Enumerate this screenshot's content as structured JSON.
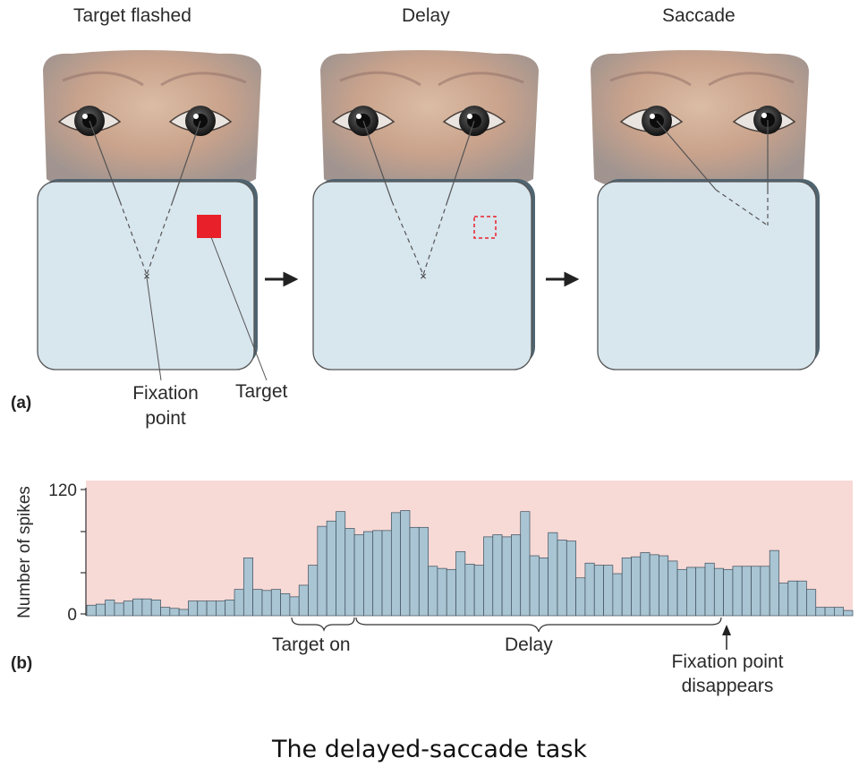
{
  "panels": [
    {
      "title": "Target flashed"
    },
    {
      "title": "Delay"
    },
    {
      "title": "Saccade"
    }
  ],
  "labels": {
    "fixation_line1": "Fixation",
    "fixation_line2": "point",
    "target": "Target",
    "panel_a": "(a)",
    "panel_b": "(b)",
    "target_on": "Target on",
    "delay": "Delay",
    "fixation_disappears_line1": "Fixation point",
    "fixation_disappears_line2": "disappears"
  },
  "caption": "The delayed-saccade task",
  "colors": {
    "screen": "#d8e6ee",
    "target": "#e8202a",
    "chart_background": "#f7d9d6",
    "bar_fill": "#a9c4d3"
  },
  "chart_data": {
    "type": "bar",
    "ylabel": "Number of spikes",
    "ylim": [
      0,
      120
    ],
    "yticks": [
      0,
      120
    ],
    "values": [
      10,
      11,
      15,
      12,
      14,
      16,
      16,
      15,
      8,
      7,
      6,
      14,
      14,
      14,
      14,
      15,
      25,
      55,
      25,
      24,
      25,
      21,
      18,
      29,
      48,
      85,
      90,
      99,
      83,
      77,
      80,
      81,
      81,
      98,
      100,
      84,
      84,
      47,
      45,
      44,
      61,
      49,
      48,
      75,
      77,
      75,
      77,
      99,
      57,
      55,
      79,
      72,
      71,
      36,
      50,
      48,
      48,
      40,
      55,
      56,
      60,
      58,
      57,
      52,
      44,
      46,
      46,
      50,
      45,
      44,
      47,
      47,
      47,
      47,
      62,
      31,
      33,
      33,
      25,
      8,
      8,
      8,
      5
    ]
  }
}
